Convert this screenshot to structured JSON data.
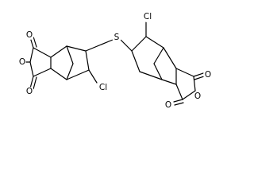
{
  "diagram": {
    "type": "skeletal chemical structure",
    "atom_labels": {
      "oxygen_symbol": "O",
      "sulfur_symbol": "S",
      "chlorine_symbol": "Cl"
    },
    "colors": {
      "bond": "#000000",
      "label": "#000000",
      "background": "#ffffff"
    }
  }
}
